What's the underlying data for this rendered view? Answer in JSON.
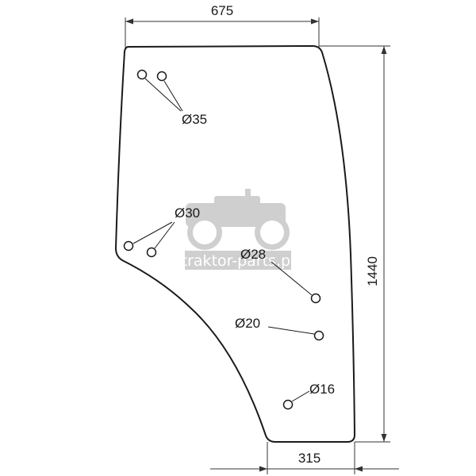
{
  "dimensions": {
    "top_width": "675",
    "height": "1440",
    "bottom_width": "315"
  },
  "holes": [
    {
      "label": "Ø35"
    },
    {
      "label": "Ø30"
    },
    {
      "label": "Ø28"
    },
    {
      "label": "Ø20"
    },
    {
      "label": "Ø16"
    }
  ],
  "watermark": {
    "text": "traktor-parts.pl",
    "color": "#cfcfcf"
  },
  "colors": {
    "outline": "#1a1a1a",
    "dimension_line": "#333333"
  }
}
